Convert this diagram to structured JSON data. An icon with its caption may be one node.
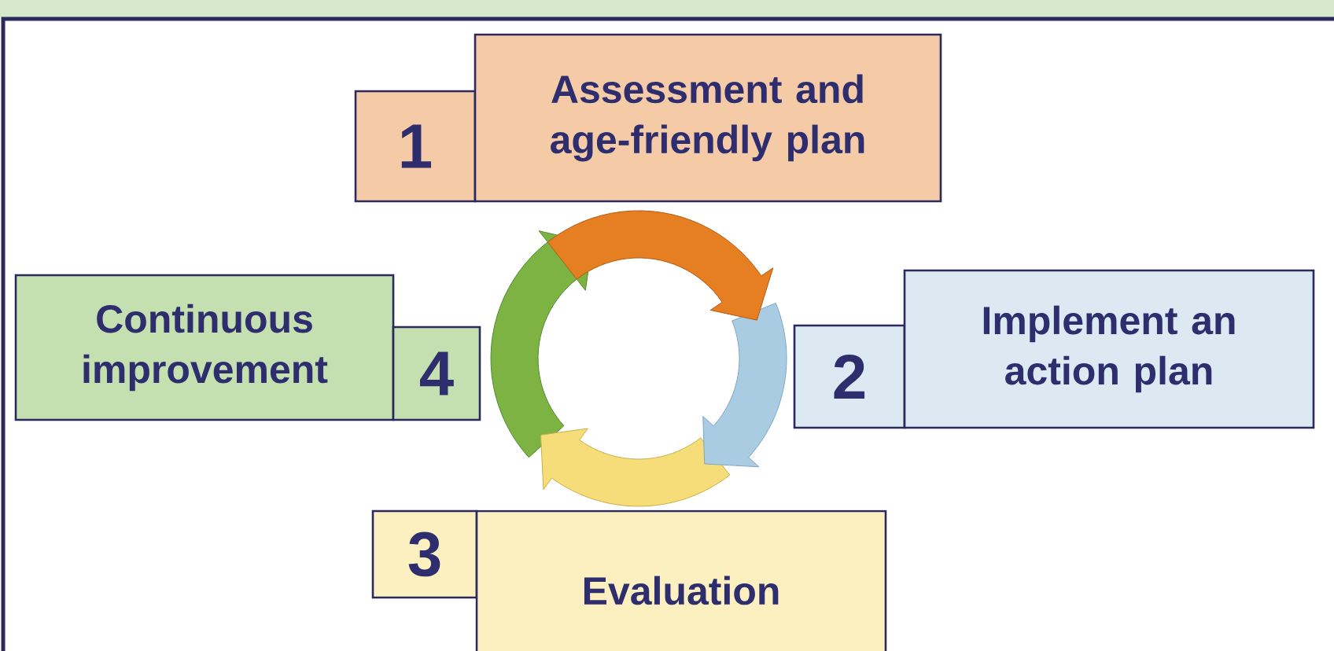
{
  "diagram": {
    "nodes": [
      {
        "text": [
          "1"
        ]
      },
      {
        "text": [
          "Assessment and age-friendly plan"
        ]
      },
      {
        "text": [
          "Continuous improvement"
        ]
      },
      {
        "text": [
          "4"
        ]
      },
      {
        "text": [
          "2"
        ]
      },
      {
        "text": [
          "Implement an action plan"
        ]
      },
      {
        "text": [
          "3"
        ]
      },
      {
        "text": [
          "Evaluation"
        ]
      }
    ]
  }
}
